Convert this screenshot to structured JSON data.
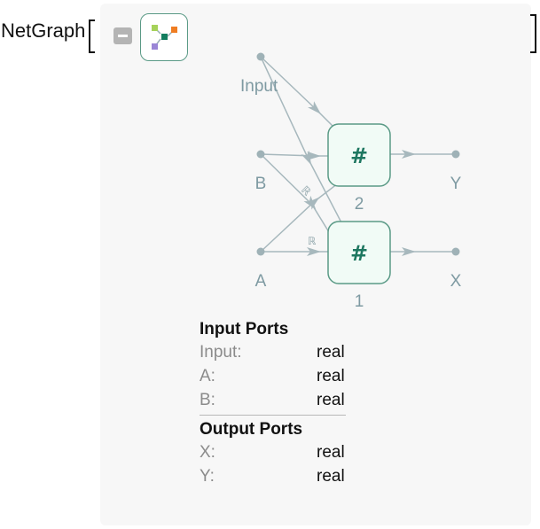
{
  "head": {
    "function_name": "NetGraph"
  },
  "icon": {
    "name": "graph-icon",
    "colors": [
      "#a6d25a",
      "#ef7d22",
      "#9a86d6",
      "#137e5f"
    ]
  },
  "graph": {
    "input_labels": {
      "input": "Input",
      "b": "B",
      "a": "A"
    },
    "output_labels": {
      "y": "Y",
      "x": "X"
    },
    "nodes": [
      {
        "symbol": "#",
        "index": "2"
      },
      {
        "symbol": "#",
        "index": "1"
      }
    ],
    "edge_type_labels": [
      "ℝ",
      "ℝ"
    ]
  },
  "ports": {
    "input_title": "Input Ports",
    "inputs": [
      {
        "name": "Input:",
        "type": "real"
      },
      {
        "name": "A:",
        "type": "real"
      },
      {
        "name": "B:",
        "type": "real"
      }
    ],
    "output_title": "Output Ports",
    "outputs": [
      {
        "name": "X:",
        "type": "real"
      },
      {
        "name": "Y:",
        "type": "real"
      }
    ]
  },
  "colors": {
    "edge": "#a7b8bd",
    "node_border": "#5a9a86",
    "node_symbol": "#1e7760",
    "label": "#7e9aa2"
  }
}
